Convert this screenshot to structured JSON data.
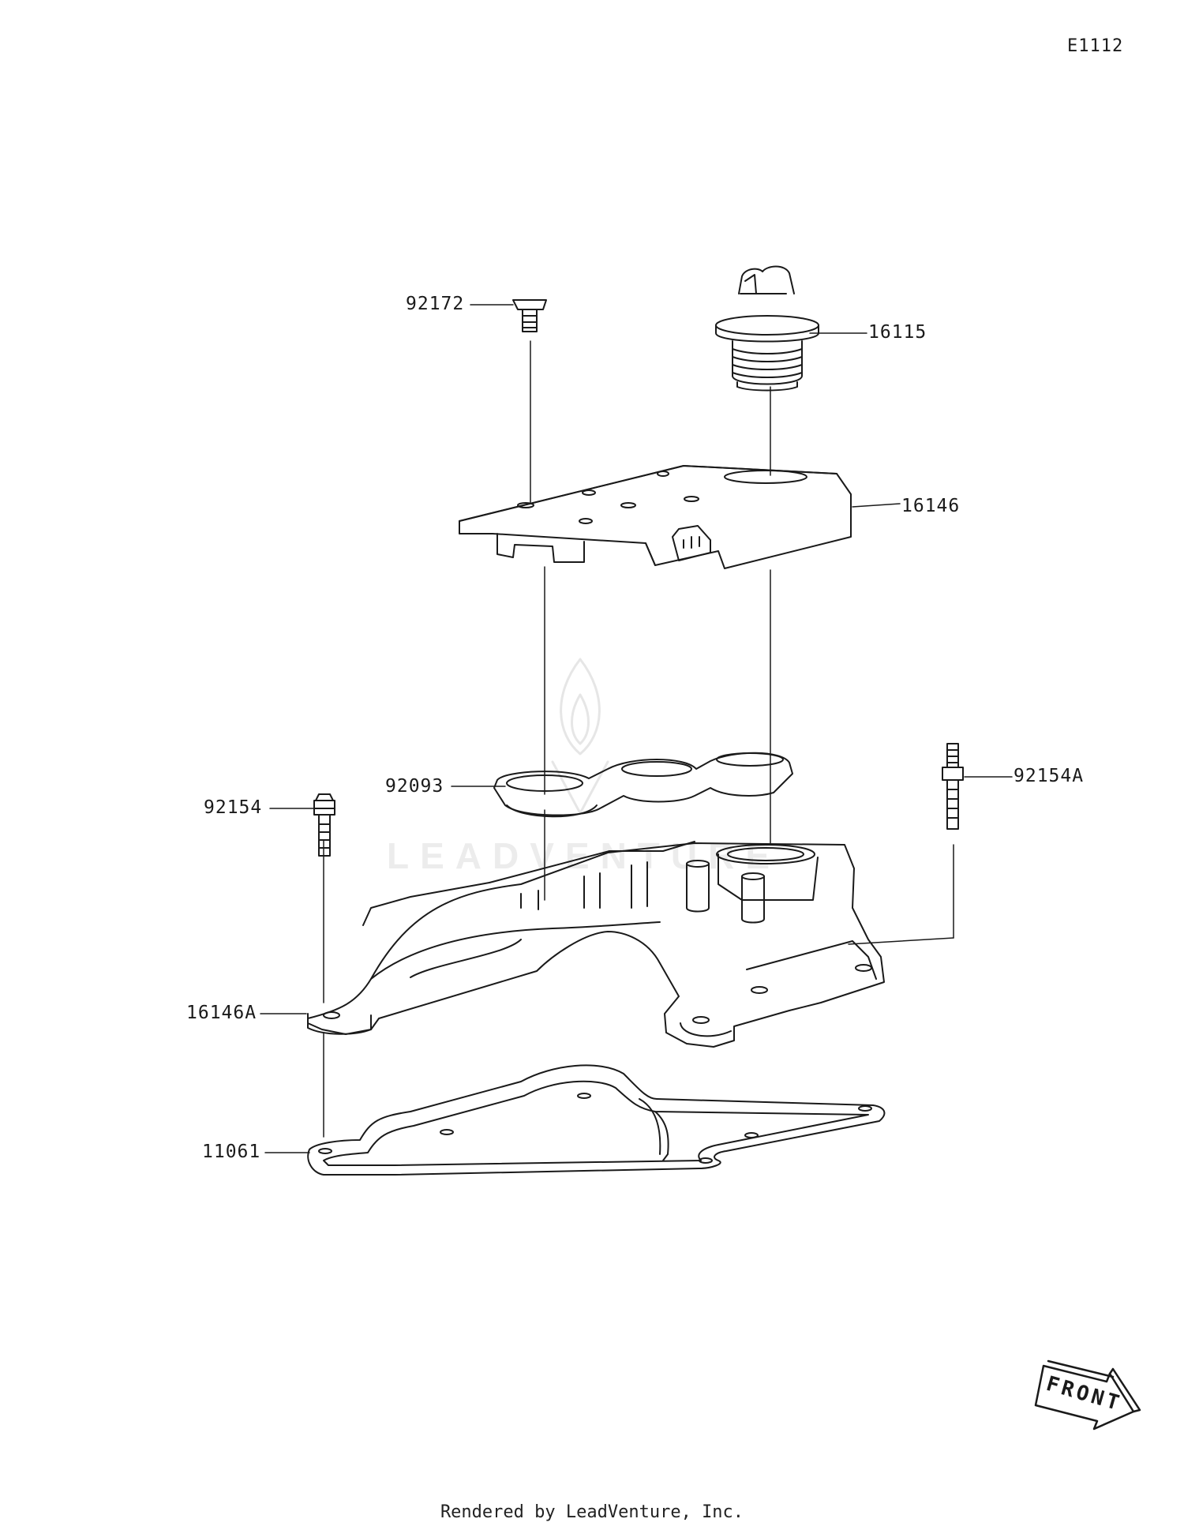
{
  "diagram_code": "E1112",
  "callouts": {
    "p92172": "92172",
    "p16115": "16115",
    "p16146": "16146",
    "p92093": "92093",
    "p92154": "92154",
    "p92154A": "92154A",
    "p16146A": "16146A",
    "p11061": "11061"
  },
  "front_label": "FRONT",
  "footer": "Rendered by LeadVenture, Inc.",
  "colors": {
    "line": "#1a1a1a",
    "watermark": "#e6e6e6"
  }
}
